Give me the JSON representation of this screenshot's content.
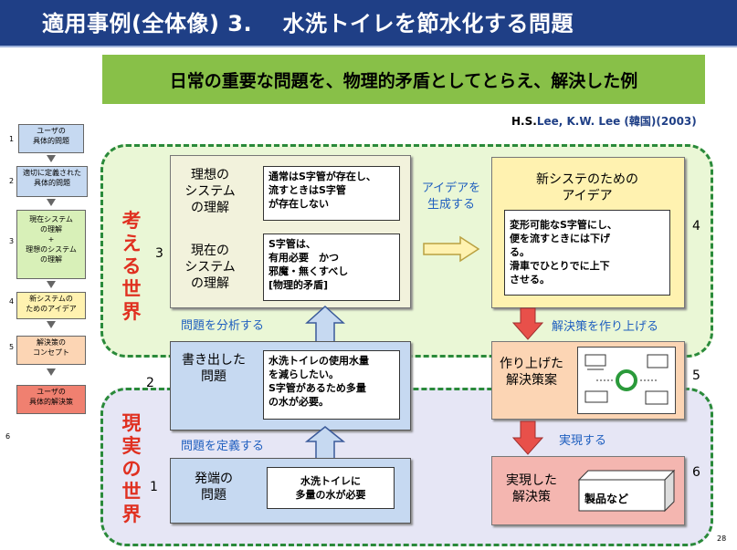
{
  "title": "適用事例(全体像) 3.　 水洗トイレを節水化する問題",
  "subtitle": "日常の重要な問題を、物理的矛盾としてとらえ、解決した例",
  "citation": {
    "author": "H.S.",
    "rest": "Lee, K.W. Lee (韓国)(2003)"
  },
  "page_number": "28",
  "zones": {
    "think": {
      "label": [
        "考",
        "え",
        "る",
        "世",
        "界"
      ]
    },
    "real": {
      "label": [
        "現",
        "実",
        "の",
        "世",
        "界"
      ]
    }
  },
  "sidebar": {
    "items": [
      {
        "num": "1",
        "text": "ユーザの\n具体的問題",
        "color": "#c6d9f1"
      },
      {
        "num": "2",
        "text": "適切に定義された\n具体的問題",
        "color": "#c6d9f1"
      },
      {
        "num": "3",
        "text": "現在システム\nの理解\n+\n理想のシステム\nの理解",
        "color": "#d8f0b8"
      },
      {
        "num": "4",
        "text": "新システムの\nためのアイデア",
        "color": "#fff2b0"
      },
      {
        "num": "5",
        "text": "解決策の\nコンセプト",
        "color": "#fcd5b4"
      },
      {
        "num": "",
        "text": "ユーザの\n具体的解決策",
        "color": "#f08070"
      }
    ],
    "bottom_num": "6"
  },
  "boxes": {
    "understanding": {
      "num": "3",
      "ideal_label": "理想の\nシステム\nの理解",
      "ideal_text": "通常はS字管が存在し、\n流すときはS字管\nが存在しない",
      "current_label": "現在の\nシステム\nの理解",
      "current_text": "S字管は、\n有用必要　かつ\n邪魔・無くすべし\n[物理的矛盾]"
    },
    "idea": {
      "num": "4",
      "title": "新システのための\nアイデア",
      "text": "変形可能なS字管にし、\n便を流すときには下げ\nる。\n滑車でひとりでに上下\nさせる。"
    },
    "written": {
      "num": "2",
      "label": "書き出した\n問題",
      "text": "水洗トイレの使用水量\nを減らしたい。\nS字管があるため多量\nの水が必要。"
    },
    "concept": {
      "num": "5",
      "label": "作り上げた\n解決策案"
    },
    "origin": {
      "num": "1",
      "label": "発端の\n問題",
      "text": "水洗トイレに\n多量の水が必要"
    },
    "realized": {
      "num": "6",
      "label": "実現した\n解決策",
      "text": "製品など"
    }
  },
  "arrows": {
    "analyze": "問題を分析する",
    "define": "問題を定義する",
    "generate": "アイデアを\n生成する",
    "build": "解決策を作り上げる",
    "realize": "実現する"
  }
}
